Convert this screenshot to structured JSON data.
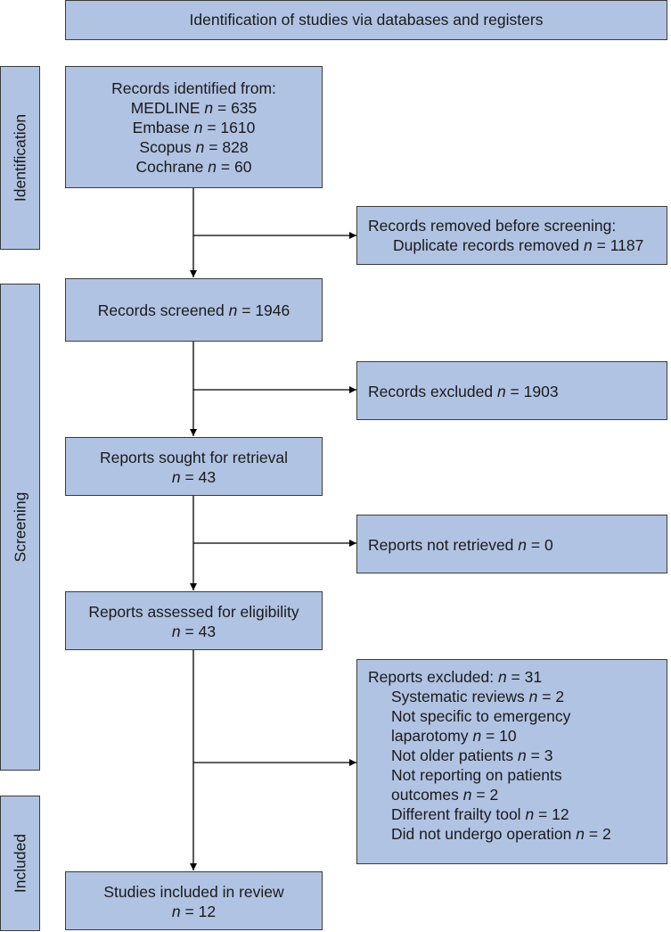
{
  "header": {
    "title": "Identification of studies via databases and registers"
  },
  "phases": {
    "identification": "Identification",
    "screening": "Screening",
    "included": "Included"
  },
  "identified": {
    "heading": "Records identified from:",
    "sources": [
      {
        "name": "MEDLINE",
        "n": "635"
      },
      {
        "name": "Embase",
        "n": "1610"
      },
      {
        "name": "Scopus",
        "n": "828"
      },
      {
        "name": "Cochrane",
        "n": "60"
      }
    ]
  },
  "removed": {
    "heading": "Records removed before screening:",
    "label": "Duplicate records removed",
    "n": "1187"
  },
  "screened": {
    "label": "Records screened",
    "n": "1946"
  },
  "excluded": {
    "label": "Records excluded",
    "n": "1903"
  },
  "sought": {
    "label": "Reports sought for retrieval",
    "n": "43"
  },
  "not_retrieved": {
    "label": "Reports not retrieved",
    "n": "0"
  },
  "assessed": {
    "label": "Reports assessed for eligibility",
    "n": "43"
  },
  "reports_excluded": {
    "heading": "Reports excluded:",
    "n": "31",
    "reasons": [
      {
        "line1": "Systematic reviews",
        "line2": "",
        "n": "2"
      },
      {
        "line1": "Not specific to emergency",
        "line2": "laparotomy",
        "n": "10"
      },
      {
        "line1": "Not older patients",
        "line2": "",
        "n": "3"
      },
      {
        "line1": "Not reporting on patients",
        "line2": "outcomes",
        "n": "2"
      },
      {
        "line1": "Different frailty tool",
        "line2": "",
        "n": "12"
      },
      {
        "line1": "Did not undergo operation",
        "line2": "",
        "n": "2"
      }
    ]
  },
  "included_box": {
    "label": "Studies included in review",
    "n": "12"
  },
  "symbols": {
    "n": "n",
    "eq": " = "
  }
}
